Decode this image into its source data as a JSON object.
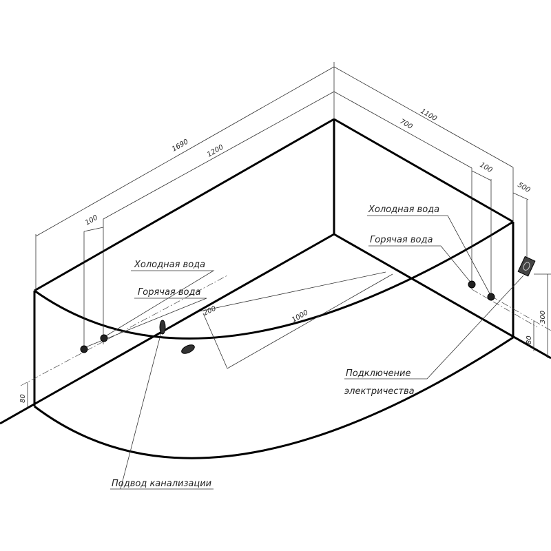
{
  "dimensions": {
    "total_length": "1690",
    "length_inner": "1200",
    "left_offset": "100",
    "total_width": "1100",
    "width_inner": "700",
    "right_offset": "100",
    "elec_offset": "500",
    "drain_offset": "200",
    "drain_length": "1000",
    "height_left": "80",
    "height_right_low": "80",
    "height_right_high": "300"
  },
  "labels": {
    "cold_left": "Холодная вода",
    "hot_left": "Горячая вода",
    "cold_right": "Холодная вода",
    "hot_right": "Горячая вода",
    "electric_1": "Подключение",
    "electric_2": "электричества",
    "drain": "Подвод канализации"
  },
  "colors": {
    "line": "#000000",
    "background": "#ffffff"
  }
}
